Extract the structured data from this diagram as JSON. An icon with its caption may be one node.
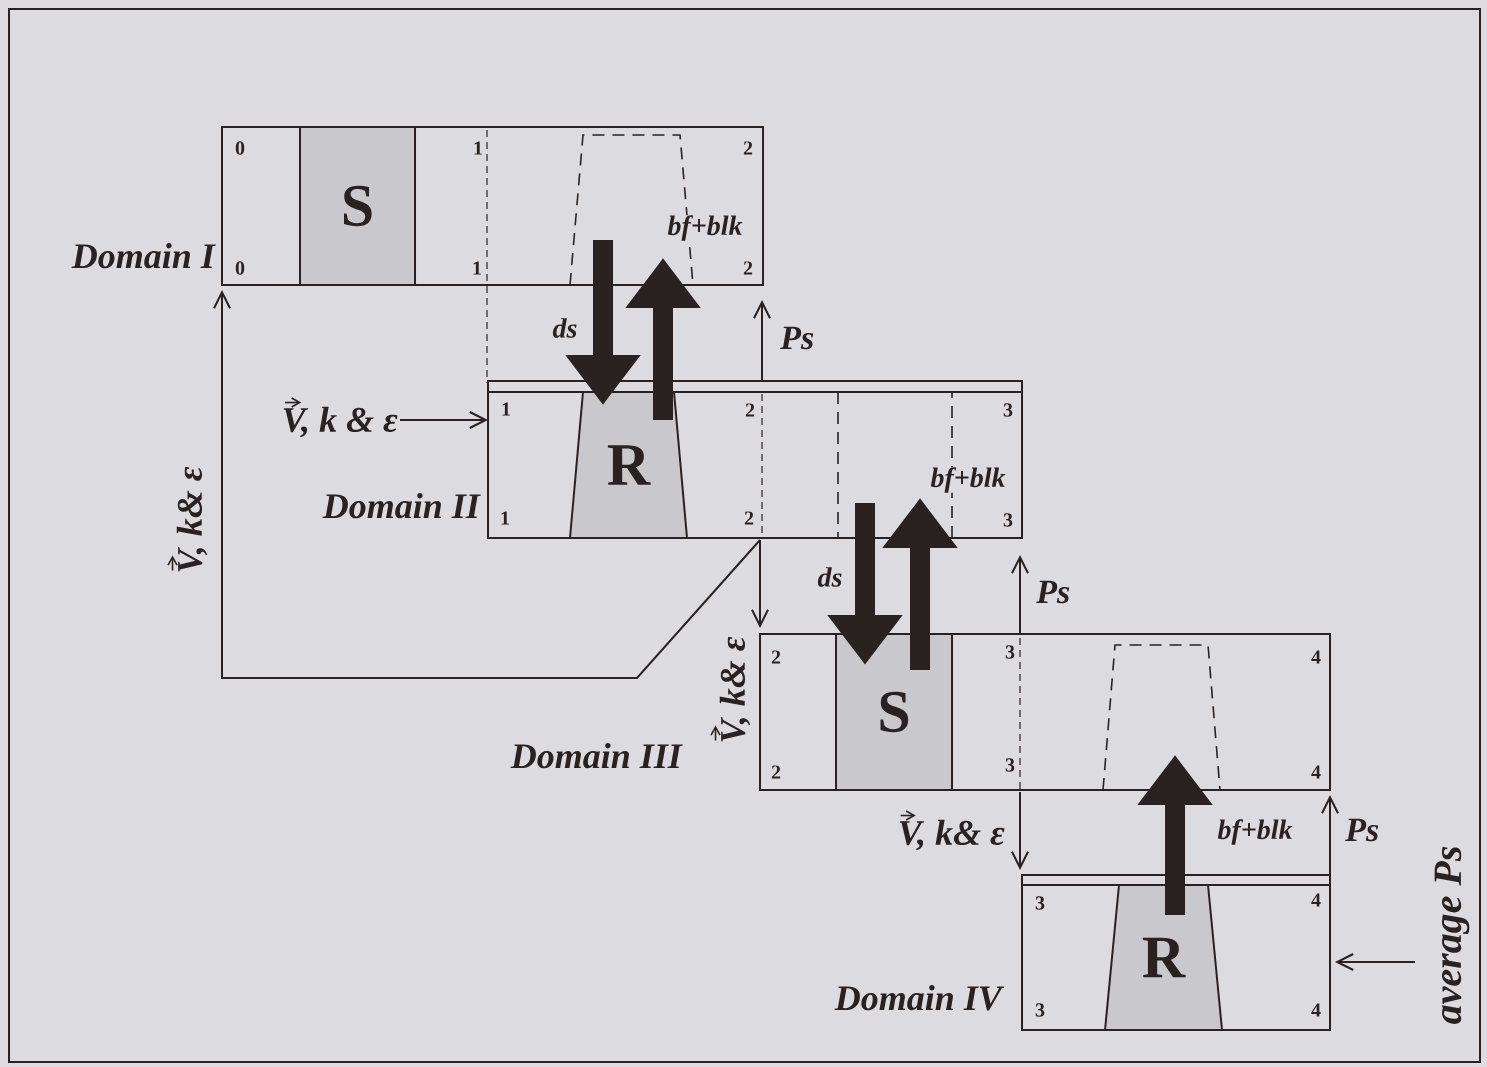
{
  "diagram": {
    "nodes": [
      {
        "text": [
          "Domain I"
        ]
      },
      {
        "text": [
          "S"
        ],
        "in": 0
      },
      {
        "text": [],
        "shape": "trapezoid",
        "in": 0
      },
      {
        "text": [
          "Domain II"
        ]
      },
      {
        "text": [
          "R"
        ],
        "in": 3
      },
      {
        "text": [],
        "shape": "box",
        "in": 3
      },
      {
        "text": [
          "Domain III"
        ]
      },
      {
        "text": [
          "S"
        ],
        "in": 6
      },
      {
        "text": [],
        "shape": "trapezoid",
        "in": 6
      },
      {
        "text": [
          "Domain IV"
        ]
      },
      {
        "text": [
          "R"
        ],
        "in": 9
      }
    ],
    "edges": [
      {
        "from": 2,
        "to": 4,
        "arrow": "to",
        "label": "ds",
        "style": "thick"
      },
      {
        "from": 4,
        "to": 2,
        "arrow": "to",
        "label": "bf+blk",
        "style": "thick"
      },
      {
        "from": 3,
        "to": 0,
        "arrow": "to",
        "label": "Ps"
      },
      {
        "from": null,
        "to": 3,
        "arrow": "to",
        "label": "V, k & ε"
      },
      {
        "from": 3,
        "to": 0,
        "arrow": "to",
        "label": "V, k& ε"
      },
      {
        "from": 3,
        "to": 6,
        "arrow": "to",
        "label": "V, k& ε"
      },
      {
        "from": 5,
        "to": 7,
        "arrow": "to",
        "label": "ds",
        "style": "thick"
      },
      {
        "from": 7,
        "to": 5,
        "arrow": "to",
        "label": "bf+blk",
        "style": "thick"
      },
      {
        "from": 6,
        "to": 3,
        "arrow": "to",
        "label": "Ps"
      },
      {
        "from": 6,
        "to": 9,
        "arrow": "to",
        "label": "V, k& ε"
      },
      {
        "from": 10,
        "to": 8,
        "arrow": "to",
        "label": "bf+blk",
        "style": "thick"
      },
      {
        "from": 9,
        "to": 6,
        "arrow": "to",
        "label": "Ps"
      },
      {
        "from": null,
        "to": 9,
        "arrow": "to",
        "label": "average Ps"
      }
    ],
    "labels": [
      "0",
      "1",
      "2",
      "0",
      "1",
      "2",
      "1",
      "2",
      "3",
      "1",
      "2",
      "3",
      "2",
      "3",
      "4",
      "2",
      "3",
      "4",
      "3",
      "4",
      "3",
      "4"
    ]
  }
}
